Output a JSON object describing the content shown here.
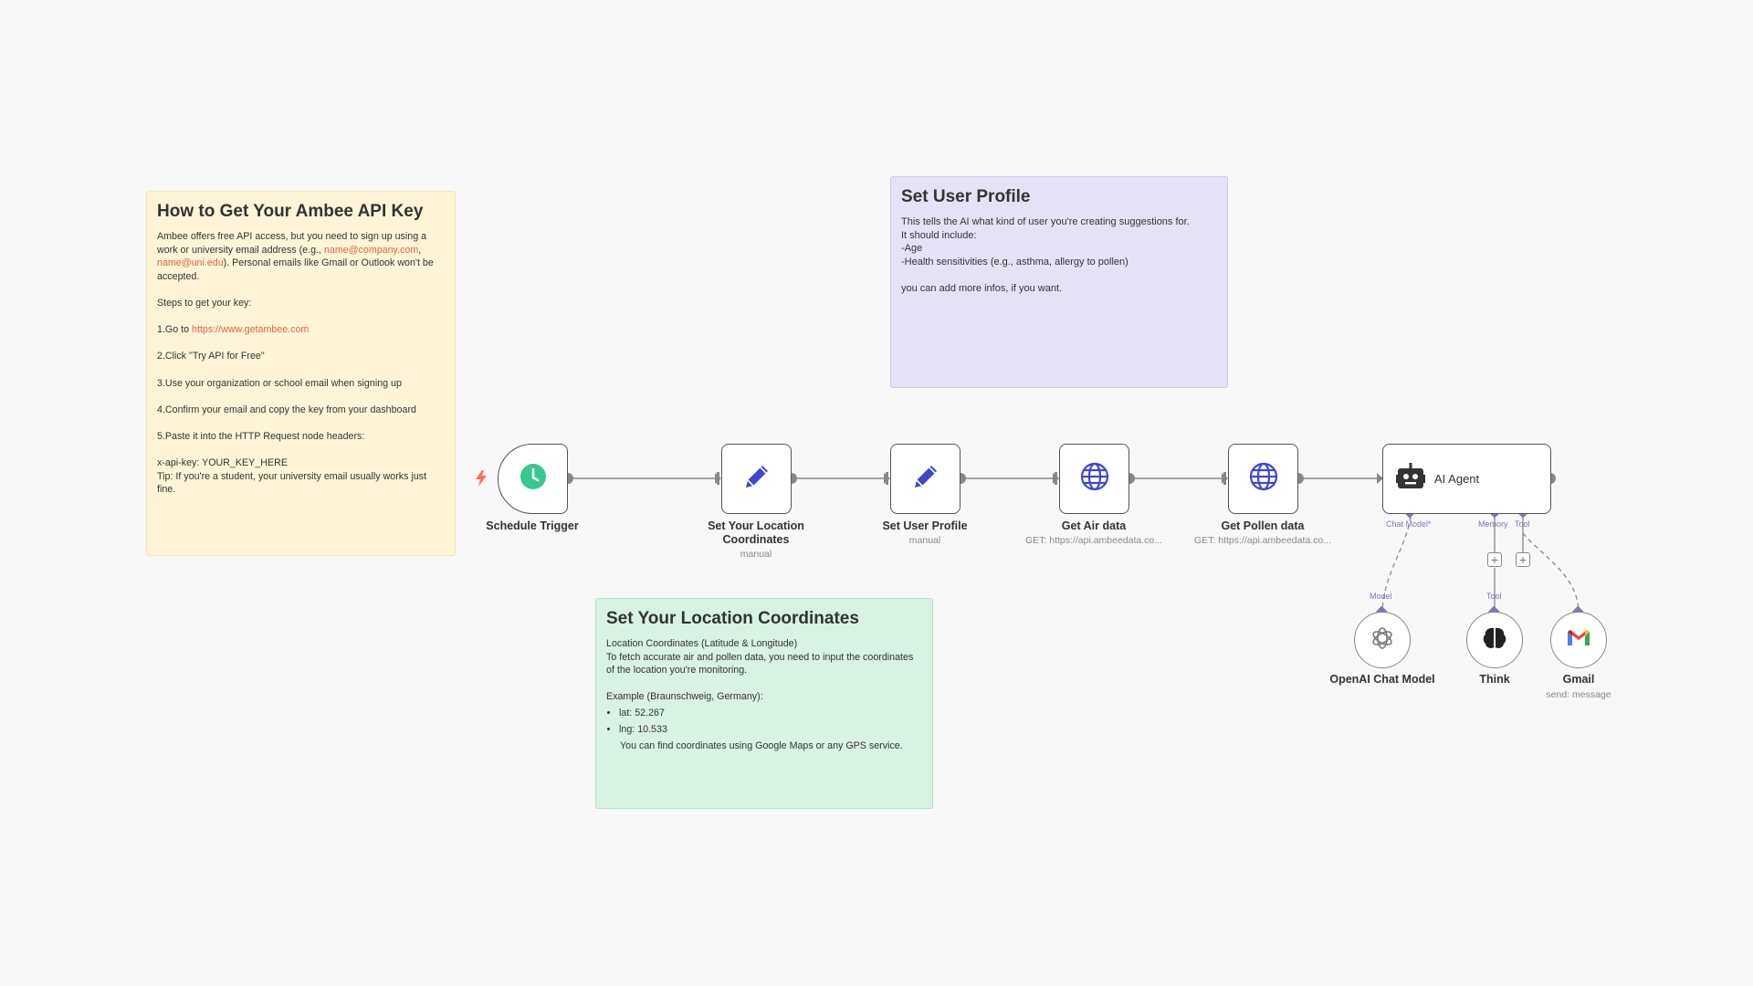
{
  "notes": {
    "api_key": {
      "title": "How to Get Your Ambee API Key",
      "intro_1": "Ambee offers free API access, but you need to sign up using a work or university email address (e.g., ",
      "email_example_1": "name@company.com",
      "intro_2": ", ",
      "email_example_2": "name@uni.edu",
      "intro_3": "). Personal emails like Gmail or Outlook won't be accepted.",
      "steps_heading": "Steps to get your key:",
      "step_1_prefix": "1.Go to ",
      "step_1_link": "https://www.getambee.com",
      "step_2": "2.Click \"Try API for Free\"",
      "step_3": "3.Use your organization or school email when signing up",
      "step_4": "4.Confirm your email and copy the key from your dashboard",
      "step_5": "5.Paste it into the HTTP Request node headers:",
      "header_example": "x-api-key: YOUR_KEY_HERE",
      "tip": "Tip: If you're a student, your university email usually works just fine."
    },
    "user_profile": {
      "title": "Set User Profile",
      "line_1": "This tells the AI what kind of user you're creating suggestions for.",
      "line_2": "It should include:",
      "line_3": "-Age",
      "line_4": "-Health sensitivities (e.g., asthma, allergy to pollen)",
      "line_5": "you can add more infos, if you want."
    },
    "location": {
      "title": "Set Your Location Coordinates",
      "line_1": "Location Coordinates (Latitude & Longitude)",
      "line_2": "To fetch accurate air and pollen data, you need to input the coordinates of the location you're monitoring.",
      "example": "Example (Braunschweig, Germany):",
      "lat": "lat: 52.267",
      "lng": "lng: 10.533",
      "footer": "You can find coordinates using Google Maps or any GPS service."
    }
  },
  "nodes": {
    "schedule": {
      "label": "Schedule Trigger",
      "icon": "clock-icon"
    },
    "set_location": {
      "label": "Set Your Location Coordinates",
      "subtitle": "manual",
      "icon": "pencil-icon"
    },
    "set_profile": {
      "label": "Set User Profile",
      "subtitle": "manual",
      "icon": "pencil-icon"
    },
    "air": {
      "label": "Get Air data",
      "subtitle": "GET: https://api.ambeedata.co...",
      "icon": "globe-icon"
    },
    "pollen": {
      "label": "Get Pollen data",
      "subtitle": "GET: https://api.ambeedata.co...",
      "icon": "globe-icon"
    },
    "agent": {
      "label": "AI Agent",
      "icon": "robot-icon",
      "port_chat_model": "Chat Model*",
      "port_memory": "Memory",
      "port_tool": "Tool"
    },
    "openai": {
      "label": "OpenAI Chat Model",
      "port": "Model",
      "icon": "openai-icon"
    },
    "think": {
      "label": "Think",
      "port": "Tool",
      "icon": "brain-icon"
    },
    "gmail": {
      "label": "Gmail",
      "subtitle": "send: message",
      "icon": "gmail-icon"
    }
  },
  "colors": {
    "canvas": "#f8f8f8",
    "note_yellow": "#fff5d6",
    "note_purple": "#e6e2f5",
    "note_green": "#d8f2e4",
    "trigger_green": "#36c88e",
    "icon_blue": "#3f46d0",
    "port_purple": "#7a78b8",
    "link_red": "#e55f4a"
  }
}
